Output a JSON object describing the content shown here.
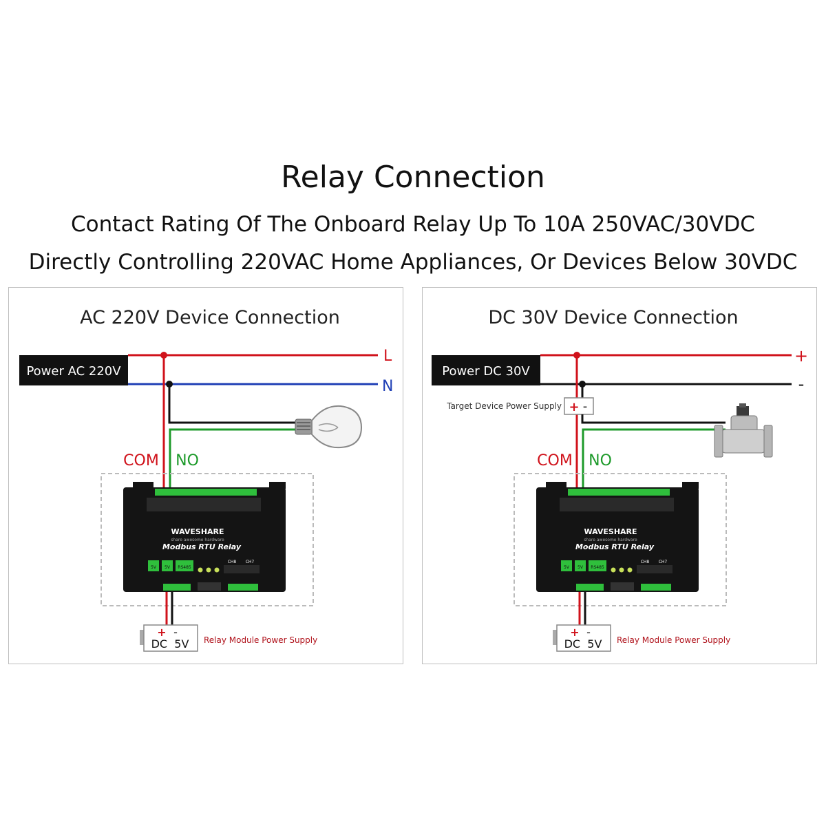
{
  "header": {
    "title": "Relay Connection",
    "subtitle_1": "Contact Rating Of The Onboard Relay Up To 10A 250VAC/30VDC",
    "subtitle_2": "Directly Controlling 220VAC Home Appliances, Or Devices Below 30VDC"
  },
  "ac_panel": {
    "title": "AC 220V Device Connection",
    "power_label": "Power AC 220V",
    "line_label": "L",
    "neutral_label": "N",
    "com_label": "COM",
    "no_label": "NO",
    "psu_plus": "+",
    "psu_minus": "-",
    "psu_label": "DC  5V",
    "psu_caption": "Relay Module Power Supply"
  },
  "dc_panel": {
    "title": "DC 30V Device Connection",
    "power_label": "Power DC 30V",
    "plus_label": "+",
    "minus_label": "-",
    "target_caption": "Target Device Power Supply",
    "target_plus": "+",
    "target_minus": "-",
    "com_label": "COM",
    "no_label": "NO",
    "psu_plus": "+",
    "psu_minus": "-",
    "psu_label": "DC  5V",
    "psu_caption": "Relay Module Power Supply"
  },
  "module": {
    "brand": "WAVESHARE",
    "tagline": "share awesome hardware",
    "model": "Modbus RTU Relay",
    "terminal_5v_a": "5V",
    "terminal_5v_b": "5V",
    "terminal_rs485": "RS485",
    "ch8": "CH8",
    "ch7": "CH7"
  },
  "colors": {
    "live_wire": "#d0121b",
    "neutral_wire": "#1f3fb5",
    "no_wire": "#1d9a2a",
    "ground_wire": "#111111",
    "module_body": "#141414",
    "terminal_green": "#2fbf3c"
  }
}
